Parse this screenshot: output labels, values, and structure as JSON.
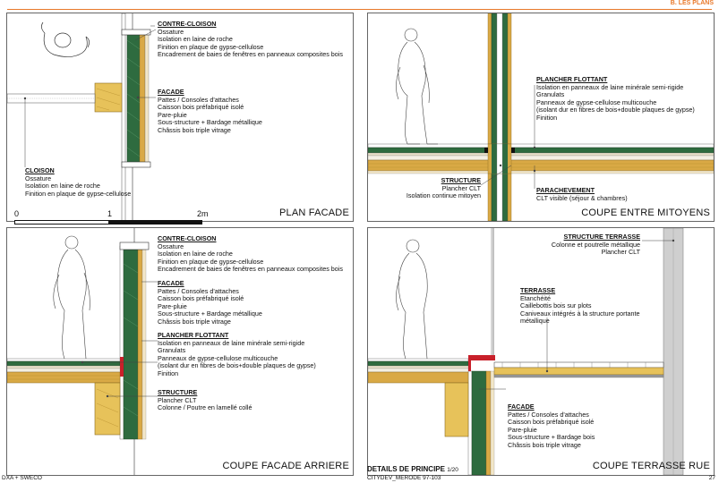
{
  "header": {
    "section_label": "B. LES PLANS"
  },
  "panels": {
    "plan_facade": {
      "title": "PLAN FACADE",
      "contre_cloison": {
        "heading": "CONTRE-CLOISON",
        "lines": [
          "Ossature",
          "Isolation en laine de roche",
          "Finition en plaque de gypse-cellulose",
          "Encadrement de baies de fenêtres en panneaux composites bois"
        ]
      },
      "facade": {
        "heading": "FACADE",
        "lines": [
          "Pattes / Consoles d'attaches",
          "Caisson bois préfabriqué isolé",
          "Pare-pluie",
          "Sous-structure + Bardage métallique",
          "Châssis bois triple vitrage"
        ]
      },
      "cloison": {
        "heading": "CLOISON",
        "lines": [
          "Ossature",
          "Isolation en laine de roche",
          "Finition en plaque de gypse-cellulose"
        ]
      },
      "scale": {
        "zero": "0",
        "one": "1",
        "two": "2m"
      }
    },
    "coupe_mitoyens": {
      "title": "COUPE ENTRE MITOYENS",
      "plancher": {
        "heading": "PLANCHER FLOTTANT",
        "lines": [
          "Isolation en panneaux de laine minérale semi-rigide",
          "Granulats",
          "Panneaux de gypse-cellulose multicouche",
          "(isolant dur en fibres de bois+double plaques de gypse)",
          "Finition"
        ]
      },
      "structure": {
        "heading": "STRUCTURE",
        "lines": [
          "Plancher CLT",
          "Isolation continue mitoyen"
        ]
      },
      "parachevement": {
        "heading": "PARACHEVEMENT",
        "lines": [
          "CLT visible (séjour & chambres)"
        ]
      }
    },
    "coupe_arriere": {
      "title": "COUPE FACADE ARRIERE",
      "contre_cloison": {
        "heading": "CONTRE-CLOISON",
        "lines": [
          "Ossature",
          "Isolation en laine de roche",
          "Finition en plaque de gypse-cellulose",
          "Encadrement de baies de fenêtres en panneaux composites bois"
        ]
      },
      "facade": {
        "heading": "FACADE",
        "lines": [
          "Pattes / Consoles d'attaches",
          "Caisson bois préfabriqué isolé",
          "Pare-pluie",
          "Sous-structure + Bardage métallique",
          "Châssis bois triple vitrage"
        ]
      },
      "plancher": {
        "heading": "PLANCHER FLOTTANT",
        "lines": [
          "Isolation en panneaux de laine minérale semi-rigide",
          "Granulats",
          "Panneaux de gypse-cellulose multicouche",
          "(isolant dur en fibres de bois+double plaques de gypse)",
          "Finition"
        ]
      },
      "structure": {
        "heading": "STRUCTURE",
        "lines": [
          "Plancher CLT",
          "Colonne / Poutre en lamellé collé"
        ]
      }
    },
    "coupe_rue": {
      "title": "COUPE TERRASSE RUE",
      "structure_terrasse": {
        "heading": "STRUCTURE TERRASSE",
        "lines": [
          "Colonne et poutrelle métallique",
          "Plancher CLT"
        ]
      },
      "terrasse": {
        "heading": "TERRASSE",
        "lines": [
          "Etanchéité",
          "Caillebottis bois sur plots",
          "Caniveaux intégrés à la structure portante",
          "métallique"
        ]
      },
      "facade": {
        "heading": "FACADE",
        "lines": [
          "Pattes / Consoles d'attaches",
          "Caisson bois préfabriqué isolé",
          "Pare-pluie",
          "Sous-structure + Bardage bois",
          "Châssis bois triple vitrage"
        ]
      }
    }
  },
  "footer": {
    "left": "DXA + SWECO",
    "center_title": "DETAILS DE PRINCIPE",
    "center_scale": "1/20",
    "project": "CITYDEV_MERODE 97-103",
    "page": "27"
  },
  "colors": {
    "accent": "#e8792b",
    "clt": "#d9a945",
    "insulation": "#2e6b3f",
    "timber_block": "#e7c25a",
    "red_frame": "#c8202a"
  }
}
